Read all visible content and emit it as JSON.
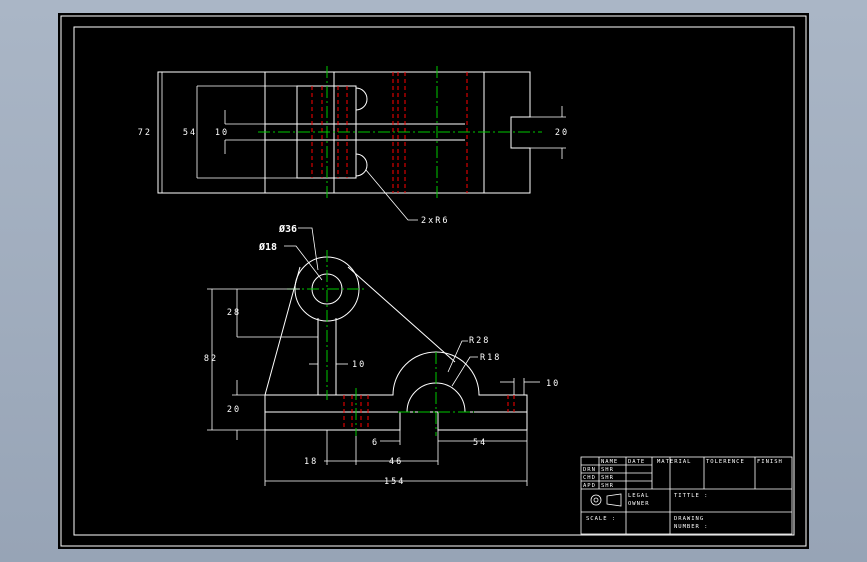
{
  "colors": {
    "background": "#000000",
    "outline": "#ffffff",
    "centerline": "#00c800",
    "hidden": "#ff0000",
    "frame_bg": "#9aa7b8"
  },
  "top_view": {
    "dims": {
      "overall_width": "72",
      "inner_width": "54",
      "slot_width": "10",
      "keyway_width": "20"
    },
    "note": "2xR6"
  },
  "front_view": {
    "dims": {
      "big_dia": "Ø36",
      "small_dia": "Ø18",
      "height_total": "82",
      "height_28": "28",
      "rib": "10",
      "base_thk": "20",
      "r28": "R28",
      "r18": "R18",
      "end_slot": "10",
      "offset_6": "6",
      "len_18": "18",
      "len_46": "46",
      "len_54": "54",
      "len_154": "154"
    }
  },
  "title_block": {
    "headers": [
      "NAME",
      "DATE",
      "MATERIAL",
      "TOLERENCE",
      "FINISH"
    ],
    "rows": [
      {
        "role": "DRN",
        "name": "SHR"
      },
      {
        "role": "CHD",
        "name": "SHR"
      },
      {
        "role": "APD",
        "name": "SHR"
      }
    ],
    "legal_owner_line1": "LEGAL",
    "legal_owner_line2": "OWNER",
    "tittle": "TITTLE :",
    "scale": "SCALE :",
    "drawing_line1": "DRAWING",
    "drawing_line2": "NUMBER :"
  }
}
